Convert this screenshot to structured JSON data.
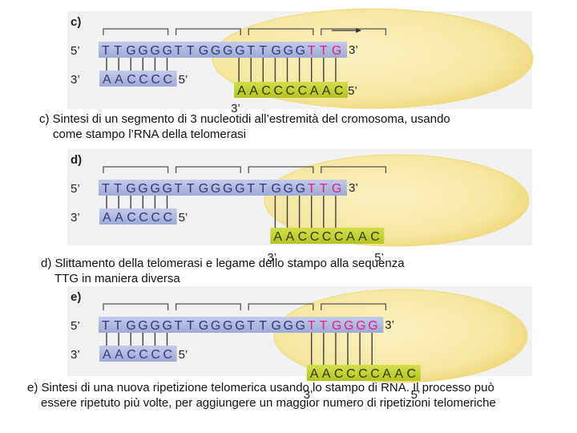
{
  "panels": [
    {
      "id": "c",
      "label": "c)",
      "top_strand": {
        "end5": "5’",
        "end3": "3’",
        "dna": "TTGGGGTTGGGGTTGGG",
        "new": "TTG"
      },
      "bottom_strand": {
        "end3": "3’",
        "end5": "5’",
        "seq": "AACCCC"
      },
      "rna": {
        "seq": "AACCCCAAC",
        "end3": "3’",
        "end5": "5’",
        "show_ends": false
      },
      "arrow": true,
      "caption": [
        "c) Sintesi di un segmento di 3 nucleotidi all’estremità del cromosoma, usando",
        "come stampo l’RNA della telomerasi"
      ]
    },
    {
      "id": "d",
      "label": "d)",
      "top_strand": {
        "end5": "5’",
        "end3": "3’",
        "dna": "TTGGGGTTGGGGTTGGG",
        "new": "TTG"
      },
      "bottom_strand": {
        "end3": "3’",
        "end5": "5’",
        "seq": "AACCCC"
      },
      "rna": {
        "seq": "AACCCCAAC",
        "end3": "3’",
        "end5": "5’",
        "show_ends": true
      },
      "arrow": false,
      "caption": [
        "d) Slittamento della telomerasi  e legame dello stampo alla sequenza",
        "TTG in maniera diversa"
      ]
    },
    {
      "id": "e",
      "label": "e)",
      "top_strand": {
        "end5": "5’",
        "end3": "3’",
        "dna": "TTGGGGTTGGGGTTGGG",
        "new": "TTGGGG"
      },
      "bottom_strand": {
        "end3": "3’",
        "end5": "5’",
        "seq": "AACCCC"
      },
      "rna": {
        "seq": "AACCCCAAC",
        "end3": "3’",
        "end5": "5’",
        "show_ends": true
      },
      "arrow": false,
      "caption": [
        "e) Sintesi di una nuova ripetizione telomerica usando lo stampo di RNA. Il processo può",
        "essere ripetuto più volte, per aggiungere un maggior numero di ripetizioni telomeriche"
      ]
    }
  ],
  "colors": {
    "dna_strand": "#aeb8dc",
    "dna_text": "#34387a",
    "new_nucleotides": "#e0208c",
    "rna_strand": "#c6d32e",
    "rna_text": "#2f3a12",
    "telomerase_body": "#f5e6a0",
    "telomerase_edge": "#efd878",
    "panel_background": "#f1f1f1",
    "bond_line": "#404040"
  }
}
